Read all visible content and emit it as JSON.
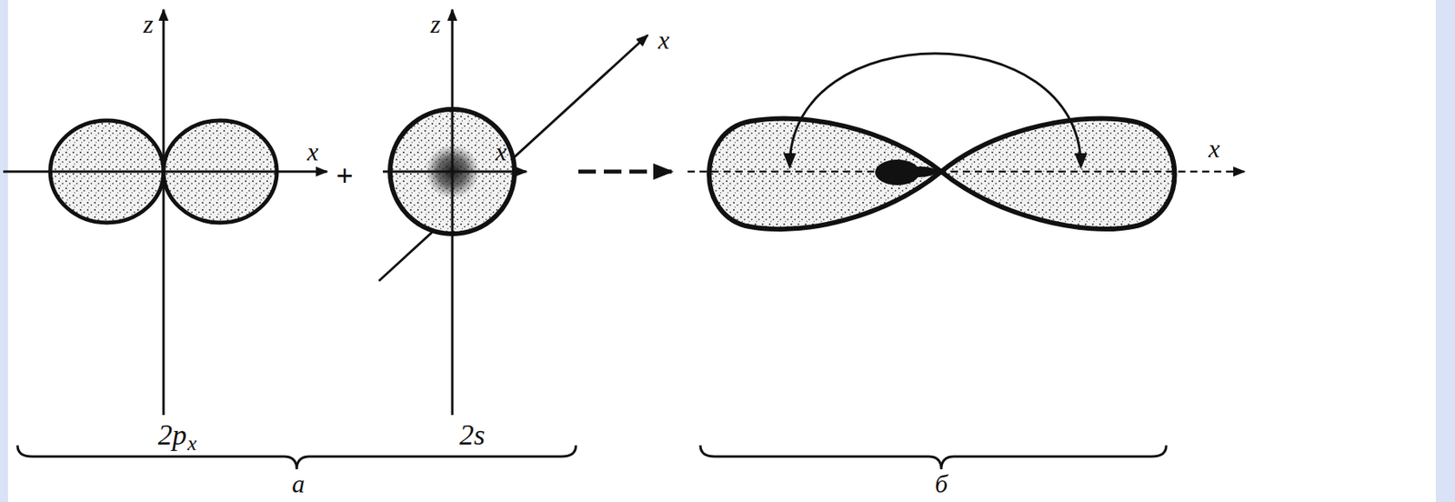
{
  "diagram": {
    "labels": [
      "z",
      "x",
      "2p",
      "x",
      "+",
      "z",
      "x",
      "x",
      "2s",
      "x",
      "a",
      "б"
    ]
  }
}
